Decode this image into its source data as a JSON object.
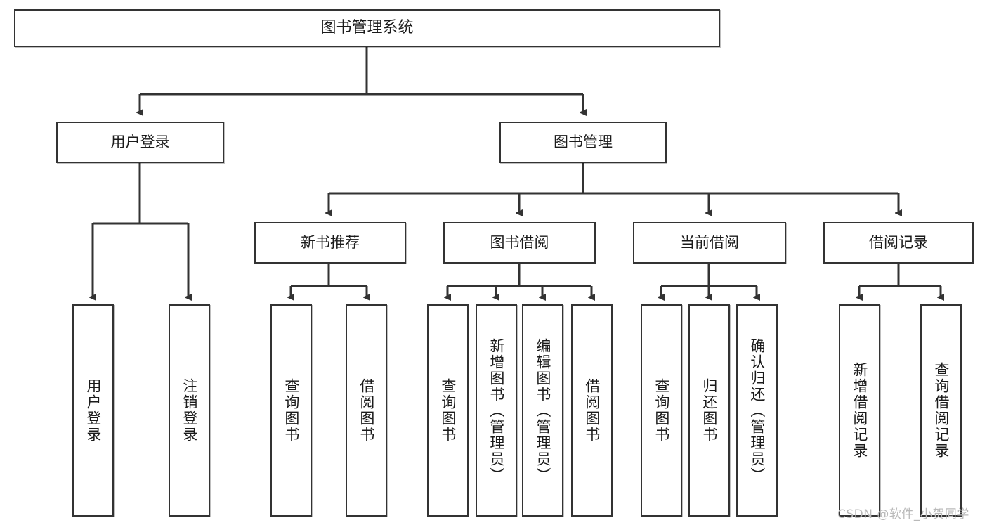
{
  "diagram": {
    "title": "图书管理系统",
    "root": {
      "label": "图书管理系统"
    },
    "level2": [
      {
        "label": "用户登录"
      },
      {
        "label": "图书管理"
      }
    ],
    "level3": [
      {
        "label": "新书推荐"
      },
      {
        "label": "图书借阅"
      },
      {
        "label": "当前借阅"
      },
      {
        "label": "借阅记录"
      }
    ],
    "leaves_user_login": [
      {
        "label": "用户登录"
      },
      {
        "label": "注销登录"
      }
    ],
    "leaves_new_book": [
      {
        "label": "查询图书"
      },
      {
        "label": "借阅图书"
      }
    ],
    "leaves_borrow": [
      {
        "label": "查询图书"
      },
      {
        "label": "新增图书（管理员）"
      },
      {
        "label": "编辑图书（管理员）"
      },
      {
        "label": "借阅图书"
      }
    ],
    "leaves_current": [
      {
        "label": "查询图书"
      },
      {
        "label": "归还图书"
      },
      {
        "label": "确认归还（管理员）"
      }
    ],
    "leaves_record": [
      {
        "label": "新增借阅记录"
      },
      {
        "label": "查询借阅记录"
      }
    ],
    "watermark": "CSDN @软件_小贺同学",
    "colors": {
      "stroke": "#333333",
      "fill": "#ffffff",
      "text": "#1b1b1b",
      "watermark": "#b9b9b9"
    }
  }
}
